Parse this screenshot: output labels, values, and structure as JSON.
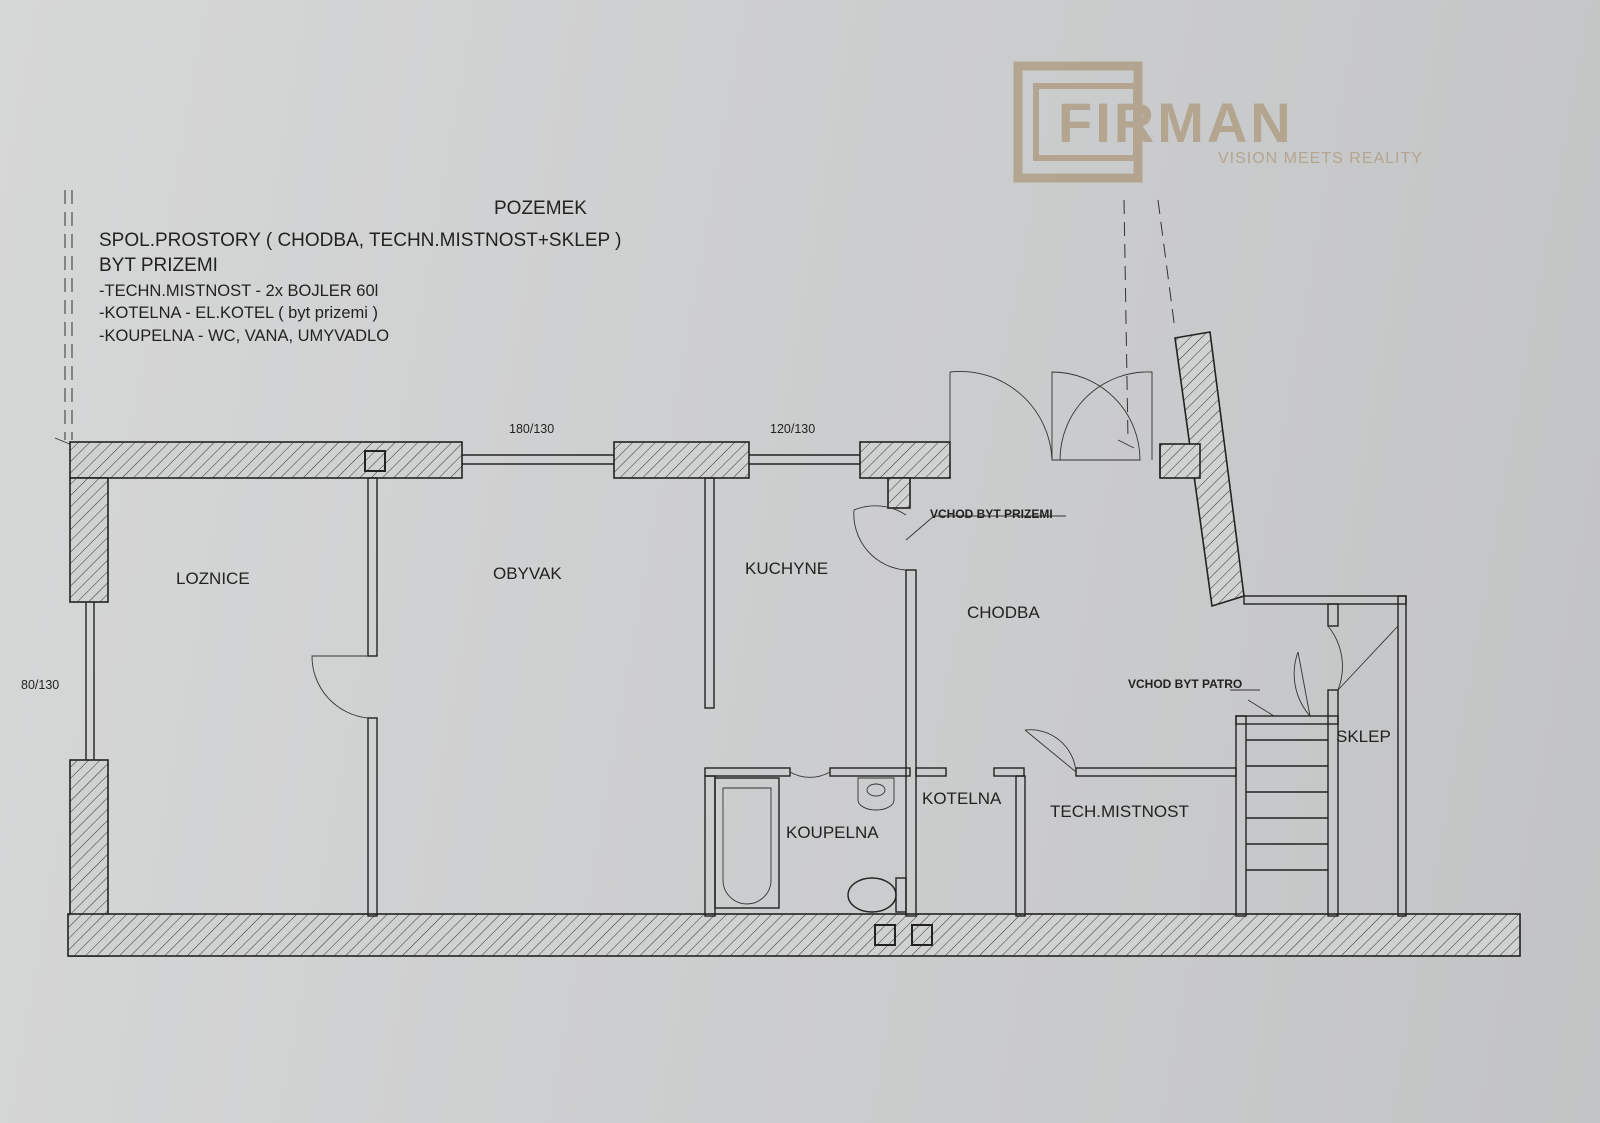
{
  "notes": {
    "title": "POZEMEK",
    "line1": "SPOL.PROSTORY ( CHODBA, TECHN.MISTNOST+SKLEP )",
    "line2": "BYT PRIZEMI",
    "line3": "-TECHN.MISTNOST - 2x BOJLER 60l",
    "line4": "-KOTELNA - EL.KOTEL ( byt prizemi )",
    "line5": "-KOUPELNA - WC, VANA, UMYVADLO"
  },
  "logo": {
    "name": "FIRMAN",
    "tagline": "VISION MEETS REALITY",
    "color": "#b3a58f"
  },
  "dimensions": {
    "window_obyvak": "180/130",
    "window_kuchyne": "120/130",
    "window_loznice": "80/130"
  },
  "rooms": {
    "loznice": "LOZNICE",
    "obyvak": "OBYVAK",
    "kuchyne": "KUCHYNE",
    "chodba": "CHODBA",
    "koupelna": "KOUPELNA",
    "kotelna": "KOTELNA",
    "techn": "TECH.MISTNOST",
    "sklep": "SKLEP"
  },
  "entrances": {
    "prizemi": "VCHOD BYT PRIZEMI",
    "patro": "VCHOD BYT PATRO"
  }
}
